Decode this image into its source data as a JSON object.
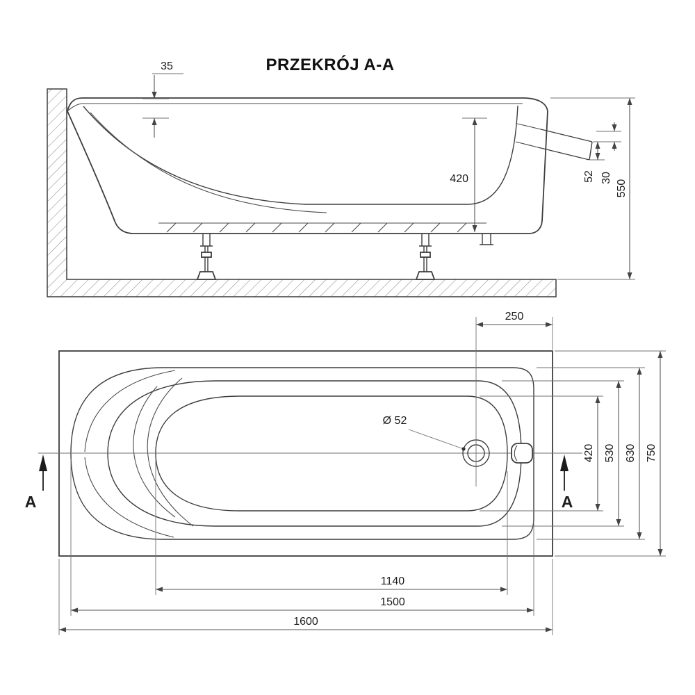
{
  "title": "PRZEKRÓJ A-A",
  "colors": {
    "line": "#3d3d3d",
    "dimension_line": "#555555",
    "text": "#1c1c1c",
    "background": "#ffffff"
  },
  "section_view": {
    "dims": {
      "rim_thickness": "35",
      "depth": "420",
      "overflow_diameter": "52",
      "overflow_offset": "30",
      "total_height": "550"
    }
  },
  "plan_view": {
    "dims": {
      "drain_from_edge": "250",
      "drain_diameter": "Ø 52",
      "width_bottom": "420",
      "width_inner": "530",
      "width_rim": "630",
      "width_total": "750",
      "length_bottom": "1140",
      "length_inner": "1500",
      "length_total": "1600"
    },
    "section_label": "A"
  }
}
